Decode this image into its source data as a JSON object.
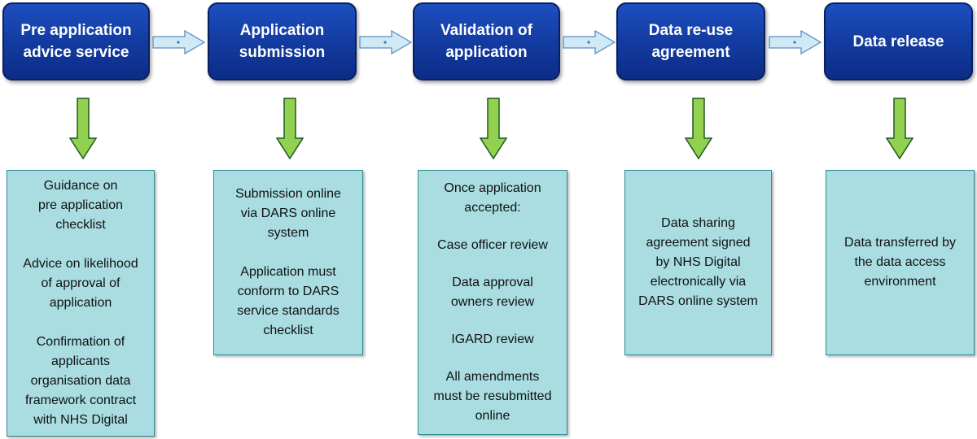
{
  "stages": [
    {
      "title": "Pre application\nadvice service"
    },
    {
      "title": "Application\nsubmission"
    },
    {
      "title": "Validation of\napplication"
    },
    {
      "title": "Data re-use\nagreement"
    },
    {
      "title": "Data release"
    }
  ],
  "details": [
    {
      "paragraphs": [
        "Guidance on\npre application\nchecklist",
        "Advice on likelihood\nof approval of\napplication",
        "Confirmation of\napplicants\norganisation data\nframework contract\nwith NHS Digital"
      ]
    },
    {
      "paragraphs": [
        "Submission online\nvia DARS online\nsystem",
        "Application must\nconform to DARS\nservice standards\nchecklist"
      ]
    },
    {
      "paragraphs": [
        "Once application\naccepted:",
        "Case officer review",
        "Data approval\nowners review",
        "IGARD review",
        "All amendments\nmust be resubmitted\nonline"
      ]
    },
    {
      "paragraphs": [
        "Data sharing\nagreement signed\nby NHS Digital\nelectronically via\nDARS online system"
      ]
    },
    {
      "paragraphs": [
        "Data transferred  by\nthe data access\nenvironment"
      ]
    }
  ],
  "colors": {
    "stage_fill": "#1545b0",
    "stage_border": "#0b1f5c",
    "detail_fill": "#a9dde2",
    "flow_arrow_fill": "#cfe9f7",
    "down_arrow_fill": "#92d050"
  }
}
